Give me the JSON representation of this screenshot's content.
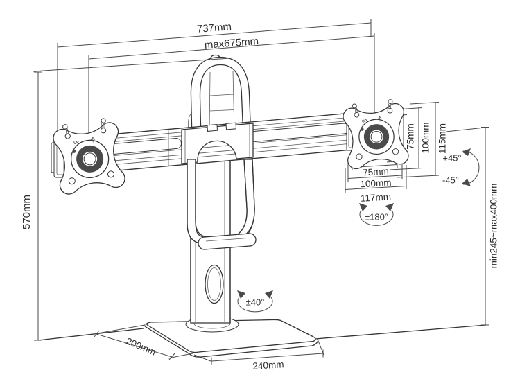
{
  "diagram": {
    "kind": "technical-drawing",
    "subject": "dual-monitor desk stand with dimension annotations",
    "background_color": "#ffffff",
    "line_color": "#353535",
    "dimension_line_color": "#4a4a4a"
  },
  "dims": {
    "overall_width": "737mm",
    "max_span": "max675mm",
    "overall_height": "570mm",
    "vesa_vertical_75": "75mm",
    "vesa_vertical_100": "100mm",
    "plate_height": "115mm",
    "vesa_horizontal_75": "75mm",
    "vesa_horizontal_100": "100mm",
    "plate_width": "117mm",
    "pole_height_range": "min245~max400mm",
    "base_depth": "200mm",
    "base_width": "240mm"
  },
  "angles": {
    "tilt_up": "+45°",
    "tilt_down": "-45°",
    "plate_rotation": "±180°",
    "base_swivel": "±40°"
  },
  "plates": {
    "up_label": "UP"
  }
}
